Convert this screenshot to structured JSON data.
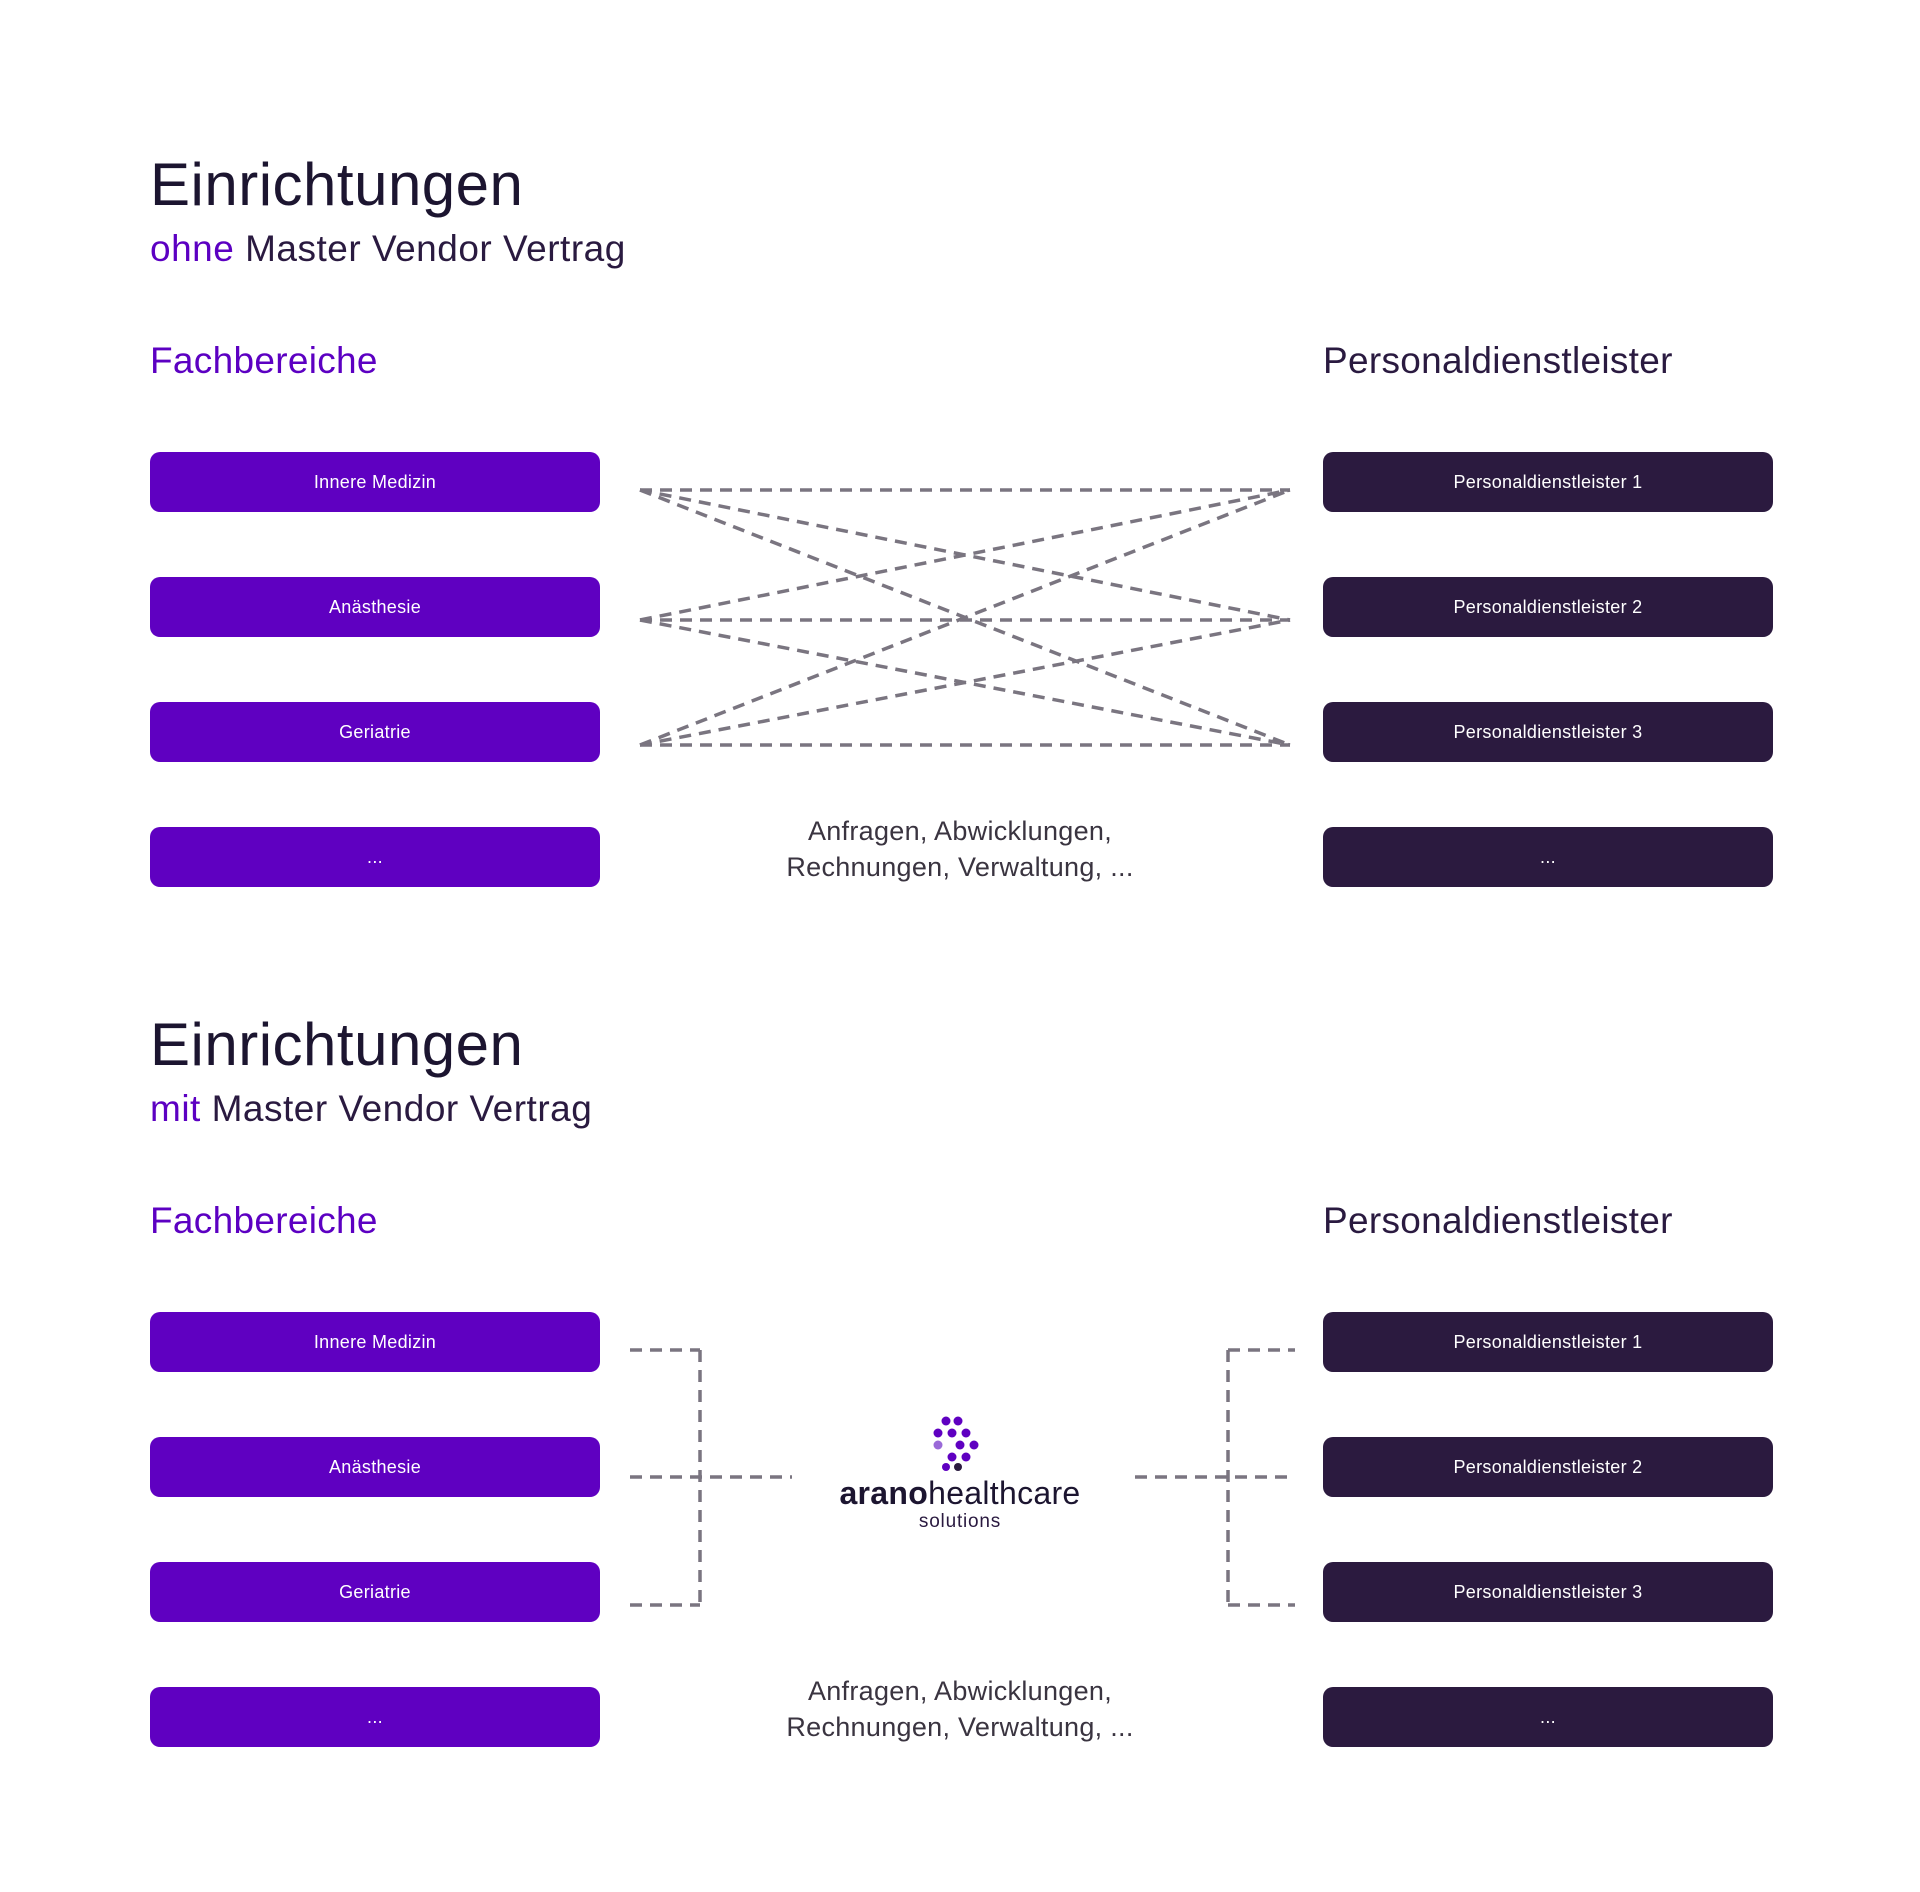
{
  "colors": {
    "accent": "#5f00c1",
    "dark_box": "#2b1a3f",
    "title": "#1c1530",
    "connector": "#7a7580"
  },
  "ohne": {
    "title": "Einrichtungen",
    "subtitle_accent": "ohne",
    "subtitle_rest": "Master Vendor Vertrag",
    "left_heading": "Fachbereiche",
    "right_heading": "Personaldienstleister",
    "left_items": [
      "Innere Medizin",
      "Anästhesie",
      "Geriatrie",
      "..."
    ],
    "right_items": [
      "Personaldienstleister 1",
      "Personaldienstleister 2",
      "Personaldienstleister 3",
      "..."
    ],
    "caption_line1": "Anfragen, Abwicklungen,",
    "caption_line2": "Rechnungen, Verwaltung, ..."
  },
  "mit": {
    "title": "Einrichtungen",
    "subtitle_accent": "mit",
    "subtitle_rest": "Master Vendor Vertrag",
    "left_heading": "Fachbereiche",
    "right_heading": "Personaldienstleister",
    "left_items": [
      "Innere Medizin",
      "Anästhesie",
      "Geriatrie",
      "..."
    ],
    "right_items": [
      "Personaldienstleister 1",
      "Personaldienstleister 2",
      "Personaldienstleister 3",
      "..."
    ],
    "caption_line1": "Anfragen, Abwicklungen,",
    "caption_line2": "Rechnungen, Verwaltung, ...",
    "logo": {
      "name_bold": "arano",
      "name_light": "healthcare",
      "tagline": "solutions",
      "icon": "arano-arrow-dots-icon"
    }
  }
}
